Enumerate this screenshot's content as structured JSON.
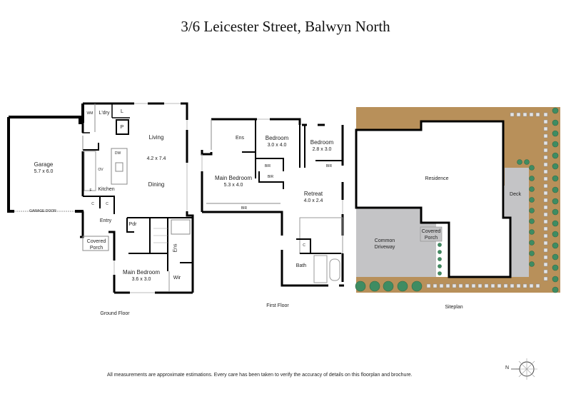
{
  "title": "3/6 Leicester Street, Balwyn North",
  "ground_floor": {
    "caption": "Ground Floor",
    "rooms": {
      "garage": {
        "name": "Garage",
        "size": "5.7 x 6.0"
      },
      "garage_door": "GARAGE DOOR",
      "wm": "WM",
      "laundry": "L'dry",
      "l": "L",
      "p": "P",
      "living": {
        "name": "Living",
        "size": "4.2 x 7.4"
      },
      "dw": "DW",
      "ov": "OV",
      "kitchen": "Kitchen",
      "f": "F",
      "dining": "Dining",
      "c1": "C",
      "c2": "C",
      "entry": "Entry",
      "covered_porch": "Covered\nPorch",
      "pdr": "Pdr",
      "ens": "Ens",
      "main_bedroom": {
        "name": "Main Bedroom",
        "size": "3.6 x 3.0"
      },
      "wir": "Wir"
    }
  },
  "first_floor": {
    "caption": "First Floor",
    "rooms": {
      "ens": "Ens",
      "bedroom2": {
        "name": "Bedroom",
        "size": "3.0 x 4.0"
      },
      "bedroom3": {
        "name": "Bedroom",
        "size": "2.8 x 3.0"
      },
      "bir1": "BIR",
      "bir2": "BIR",
      "bir3": "BIR",
      "bir4": "BIR",
      "main_bedroom": {
        "name": "Main Bedroom",
        "size": "5.3 x 4.0"
      },
      "retreat": {
        "name": "Retreat",
        "size": "4.0 x 2.4"
      },
      "c": "C",
      "bath": "Bath"
    }
  },
  "siteplan": {
    "caption": "Siteplan",
    "labels": {
      "residence": "Residence",
      "deck": "Deck",
      "covered_porch": "Covered\nPorch",
      "common_driveway": "Common\nDriveway"
    },
    "colors": {
      "garden": "#b8905a",
      "paving": "#c4c4c6",
      "tree": "#3f8c62",
      "wall": "#000000"
    }
  },
  "disclaimer": "All measurements are approximate estimations. Every care has been taken to verify the accuracy of details on this floorplan and brochure.",
  "compass": {
    "north_label": "N"
  }
}
